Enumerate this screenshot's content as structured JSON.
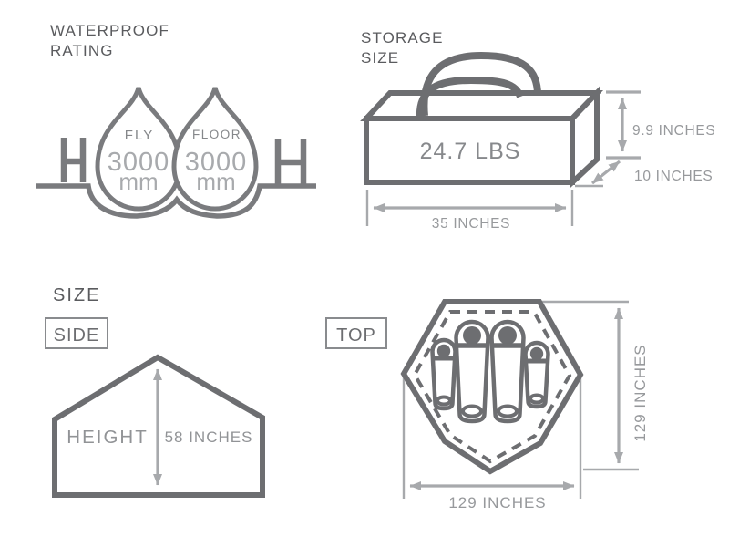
{
  "waterproof": {
    "title": [
      "WATERPROOF",
      "RATING"
    ],
    "left_marker": "H",
    "right_marker": "H",
    "fly": {
      "label": "FLY",
      "value": "3000",
      "unit": "mm"
    },
    "floor": {
      "label": "FLOOR",
      "value": "3000",
      "unit": "mm"
    }
  },
  "storage": {
    "title": [
      "STORAGE",
      "SIZE"
    ],
    "weight": "24.7 LBS",
    "dim_height": "9.9 INCHES",
    "dim_depth": "10 INCHES",
    "dim_width": "35 INCHES"
  },
  "size": {
    "title": "SIZE",
    "side": {
      "label": "SIDE",
      "height_label": "HEIGHT",
      "height_value": "58 INCHES"
    },
    "top": {
      "label": "TOP",
      "width_value": "129 INCHES",
      "depth_value": "129 INCHES"
    }
  },
  "colors": {
    "outline_dark": "#6d6e71",
    "outline_drop": "#7a7b7e",
    "dimension_line": "#a7a9ac",
    "dimension_text": "#97999c",
    "heading_text": "#5a5b5e"
  }
}
